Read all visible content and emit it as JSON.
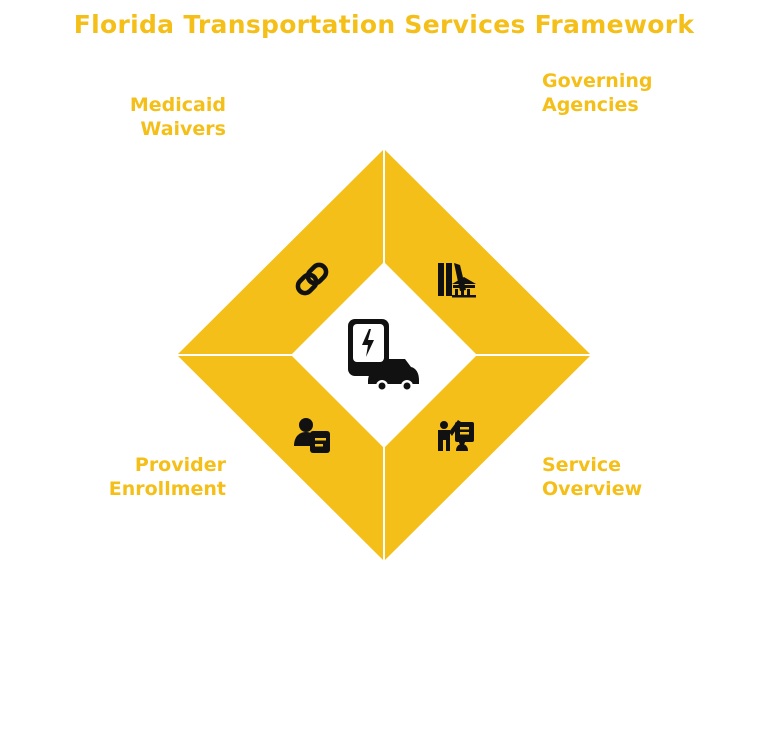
{
  "title": "Florida Transportation Services Framework",
  "colors": {
    "accent": "#f5bf19",
    "icon": "#111111",
    "background": "#ffffff"
  },
  "sections": {
    "medicaid_waivers": {
      "label_line1": "Medicaid",
      "label_line2": "Waivers",
      "icon": "link-icon"
    },
    "governing_agencies": {
      "label_line1": "Governing",
      "label_line2": "Agencies",
      "icon": "agency-building-icon"
    },
    "provider_enrollment": {
      "label_line1": "Provider",
      "label_line2": "Enrollment",
      "icon": "user-document-icon"
    },
    "service_overview": {
      "label_line1": "Service",
      "label_line2": "Overview",
      "icon": "presenter-icon"
    }
  },
  "center": {
    "icon": "ev-charger-car-icon"
  }
}
